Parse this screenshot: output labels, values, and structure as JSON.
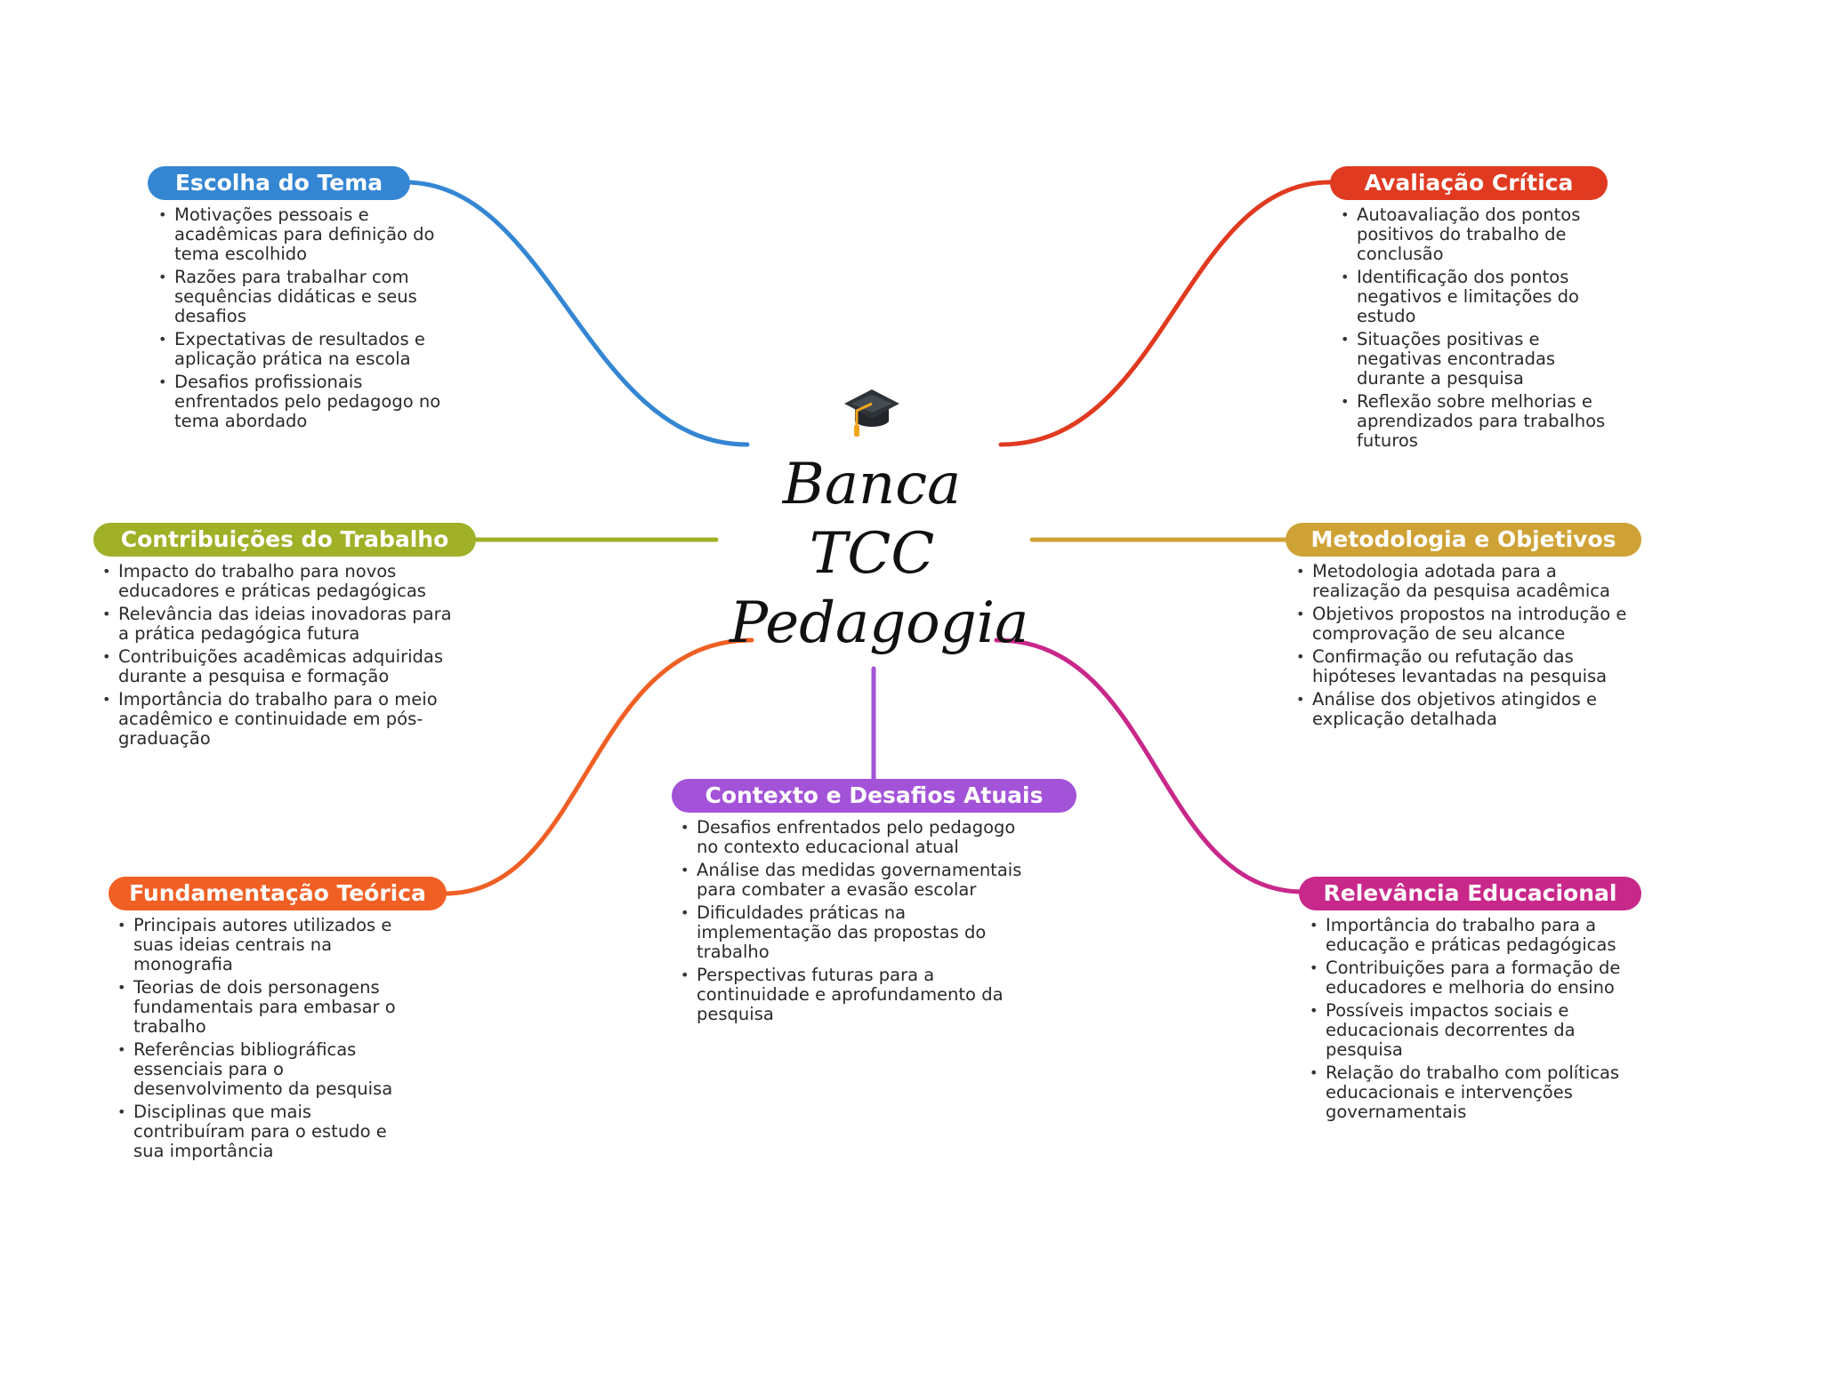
{
  "center": {
    "title_lines": [
      "Banca",
      "TCC",
      "Pedagogia"
    ],
    "icon": "graduation-cap-icon"
  },
  "branches": [
    {
      "key": "escolha",
      "title": "Escolha do Tema",
      "color": "#3486d3",
      "items": [
        "Motivações pessoais e acadêmicas para definição do tema escolhido",
        "Razões para trabalhar com sequências didáticas e seus desafios",
        "Expectativas de resultados e aplicação prática na escola",
        "Desafios profissionais enfrentados pelo pedagogo no tema abordado"
      ]
    },
    {
      "key": "avaliacao",
      "title": "Avaliação Crítica",
      "color": "#e03a20",
      "items": [
        "Autoavaliação dos pontos positivos do trabalho de conclusão",
        "Identificação dos pontos negativos e limitações do estudo",
        "Situações positivas e negativas encontradas durante a pesquisa",
        "Reflexão sobre melhorias e aprendizados para trabalhos futuros"
      ]
    },
    {
      "key": "contribuicoes",
      "title": "Contribuições do Trabalho",
      "color": "#a0b027",
      "items": [
        "Impacto do trabalho para novos educadores e práticas pedagógicas",
        "Relevância das ideias inovadoras para a prática pedagógica futura",
        "Contribuições acadêmicas adquiridas durante a pesquisa e formação",
        "Importância do trabalho para o meio acadêmico e continuidade em pós-graduação"
      ]
    },
    {
      "key": "metodologia",
      "title": "Metodologia e Objetivos",
      "color": "#cfa235",
      "items": [
        "Metodologia adotada para a realização da pesquisa acadêmica",
        "Objetivos propostos na introdução e comprovação de seu alcance",
        "Confirmação ou refutação das hipóteses levantadas na pesquisa",
        "Análise dos objetivos atingidos e explicação detalhada"
      ]
    },
    {
      "key": "contexto",
      "title": "Contexto e Desafios Atuais",
      "color": "#a353d8",
      "items": [
        "Desafios enfrentados pelo pedagogo no contexto educacional atual",
        "Análise das medidas governamentais para combater a evasão escolar",
        "Dificuldades práticas na implementação das propostas do trabalho",
        "Perspectivas futuras para a continuidade e aprofundamento da pesquisa"
      ]
    },
    {
      "key": "fundamentacao",
      "title": "Fundamentação Teórica",
      "color": "#f05f24",
      "items": [
        "Principais autores utilizados e suas ideias centrais na monografia",
        "Teorias de dois personagens fundamentais para embasar o trabalho",
        "Referências bibliográficas essenciais para o desenvolvimento da pesquisa",
        "Disciplinas que mais contribuíram para o estudo e sua importância"
      ]
    },
    {
      "key": "relevancia",
      "title": "Relevância Educacional",
      "color": "#c8288a",
      "items": [
        "Importância do trabalho para a educação e práticas pedagógicas",
        "Contribuições para a formação de educadores e melhoria do ensino",
        "Possíveis impactos sociais e educacionais decorrentes da pesquisa",
        "Relação do trabalho com políticas educacionais e intervenções governamentais"
      ]
    }
  ]
}
